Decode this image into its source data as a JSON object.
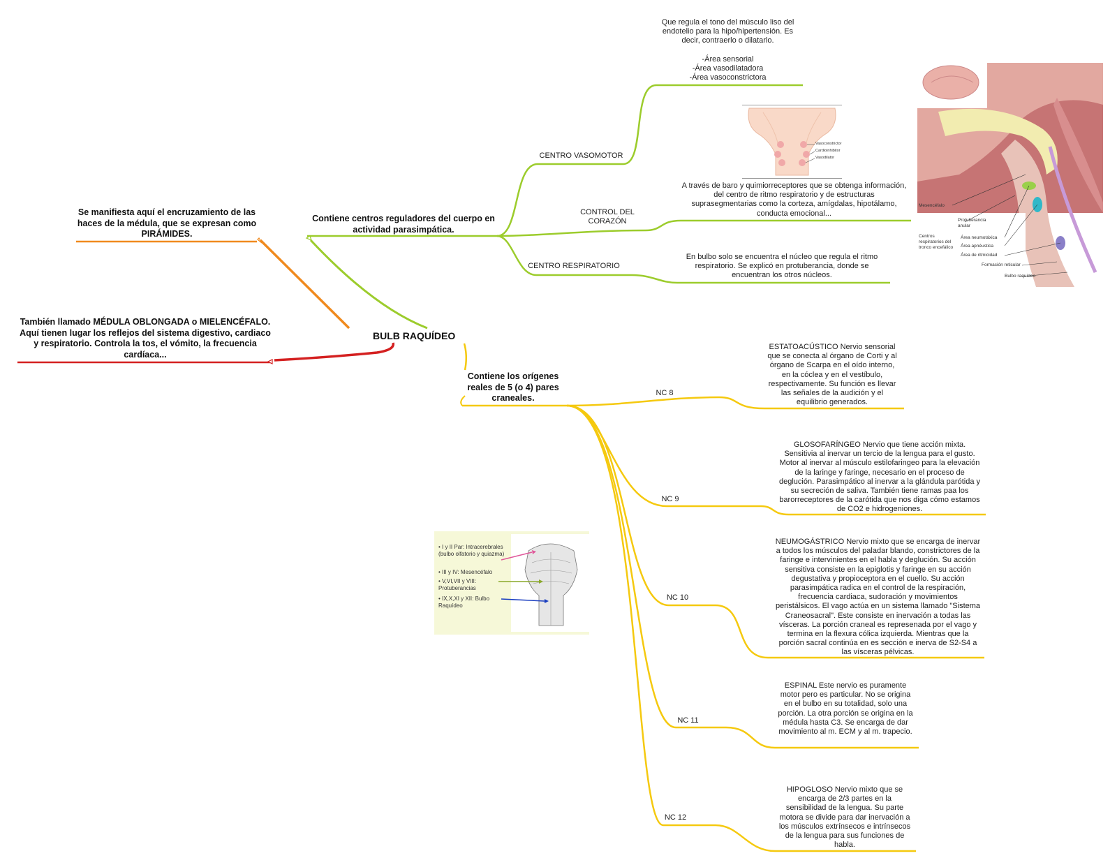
{
  "root": "BULB RAQUÍDEO",
  "left": {
    "piramides": "Se manifiesta aquí el encruzamiento de las haces de la médula, que se expresan como PIRÁMIDES.",
    "medula": "También llamado MÉDULA OBLONGADA o MIELENCÉFALO. Aquí tienen lugar los reflejos del sistema digestivo, cardiaco y respiratorio. Controla la tos, el vómito, la frecuencia cardíaca..."
  },
  "upper": {
    "title": "Contiene centros reguladores del cuerpo en actividad parasimpática.",
    "vasomotor": {
      "label": "CENTRO VASOMOTOR",
      "desc1": "Que regula el tono del músculo liso del endotelio para la hipo/hipertensión. Es decir, contraerlo o dilatarlo.",
      "areas": [
        "-Área sensorial",
        "-Área vasodilatadora",
        "-Área vasoconstrictora"
      ]
    },
    "corazon": {
      "label": "CONTROL DEL CORAZÓN",
      "desc": "A través de baro y quimiorreceptores que se obtenga información, del centro de ritmo respiratorio y de estructuras suprasegmentarias como la corteza, amígdalas, hipotálamo, conducta emocional..."
    },
    "respiratorio": {
      "label": "CENTRO RESPIRATORIO",
      "desc": "En bulbo solo se encuentra el núcleo que regula el ritmo respiratorio. Se explicó en protuberancia, donde se encuentran los otros núcleos."
    }
  },
  "lower": {
    "title": "Contiene los orígenes reales de 5 (o 4) pares craneales.",
    "nerves": [
      {
        "label": "NC 8",
        "desc": "ESTATOACÚSTICO Nervio sensorial que se conecta al órgano de Corti y al órgano de Scarpa en el oído interno, en la cóclea y en el vestíbulo, respectivamente. Su función es llevar las señales de la audición y el equilibrio generados."
      },
      {
        "label": "NC 9",
        "desc": "GLOSOFARÍNGEO Nervio que tiene acción mixta. Sensitivia al inervar un tercio de la lengua para el gusto. Motor al inervar al músculo estilofaringeo para la elevación de la laringe y faringe, necesario en el proceso de deglución. Parasimpático al inervar a la glándula parótida y su secreción de saliva. También tiene ramas paa los barorreceptores de la carótida que nos diga cómo estamos de CO2 e hidrogeniones."
      },
      {
        "label": "NC 10",
        "desc": "NEUMOGÁSTRICO Nervio mixto que se encarga de inervar a todos los músculos del paladar blando, constrictores de la faringe e intervinientes en el habla y deglución. Su acción sensitiva consiste en la epiglotis y faringe en su acción degustativa y propioceptora en el cuello. Su acción parasimpática radica en el control de la respiración, frecuencia cardiaca, sudoración y movimientos peristálsicos. El vago actúa en un sistema llamado \"Sistema Craneosacral\". Este consiste en inervación a todas las vísceras. La porción craneal es represenada por el vago y termina en la flexura cólica izquierda. Mientras que la porción sacral continúa en es sección e inerva de S2-S4 a las vísceras pélvicas."
      },
      {
        "label": "NC 11",
        "desc": "ESPINAL Este nervio es puramente motor pero es particular. No se origina en el bulbo en su totalidad, solo una porción. La otra porción se origina en la médula hasta C3. Se encarga de dar movimiento al m. ECM y al m. trapecio."
      },
      {
        "label": "NC 12",
        "desc": "HIPOGLOSO Nervio mixto que se encarga de 2/3 partes en la sensibilidad de la lengua. Su parte motora se divide para dar inervación a los músculos extrínsecos e intrínsecos de la lengua para sus funciones de habla."
      }
    ]
  },
  "figures": {
    "heart_diagram": [
      "Vasoconstrictor",
      "Cardioinhibitor",
      "Vasodilator"
    ],
    "brainstem": [
      "Mesencéfalo",
      "Protuberancia anular",
      "Centros respiratorios del tronco encefálico",
      "Área neumotáxica",
      "Área apnéustica",
      "Área de ritmicidad",
      "Formación reticular",
      "Bulbo raquídeo"
    ],
    "cranial_pairs": [
      "I y II Par: Intracerebrales (bulbo olfatorio y quiazma)",
      "III y IV: Mesencéfalo",
      "V,VI,VII y VIII: Protuberancias",
      "IX,X,XI y XII: Bulbo Raquídeo"
    ]
  },
  "colors": {
    "orange": "#f08a1e",
    "red": "#d42020",
    "green": "#9ccc2c",
    "yellow": "#f5c90f"
  }
}
